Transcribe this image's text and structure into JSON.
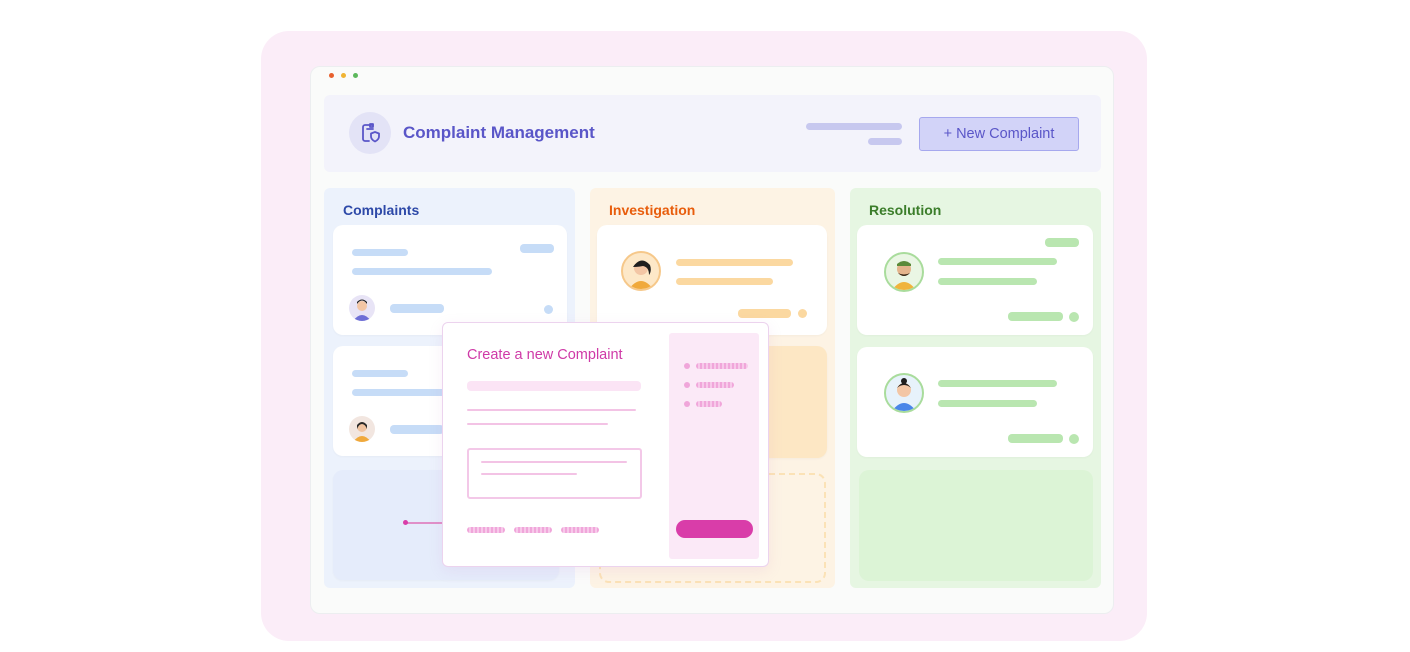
{
  "window": {
    "traffic_lights": [
      "#e8602e",
      "#f0b433",
      "#5cb85c"
    ]
  },
  "header": {
    "title": "Complaint Management",
    "icon": "document-shield-icon",
    "new_button_label": "+ New Complaint"
  },
  "columns": [
    {
      "title": "Complaints",
      "color": "#2d49a8",
      "bg": "#ecf2fc"
    },
    {
      "title": "Investigation",
      "color": "#e85d0c",
      "bg": "#fdf3e4"
    },
    {
      "title": "Resolution",
      "color": "#3b7d2a",
      "bg": "#e6f6e2"
    }
  ],
  "modal": {
    "title": "Create a new Complaint"
  },
  "colors": {
    "accent": "#5a56c8",
    "modal_accent": "#cf3aa7",
    "submit": "#d93da9"
  }
}
